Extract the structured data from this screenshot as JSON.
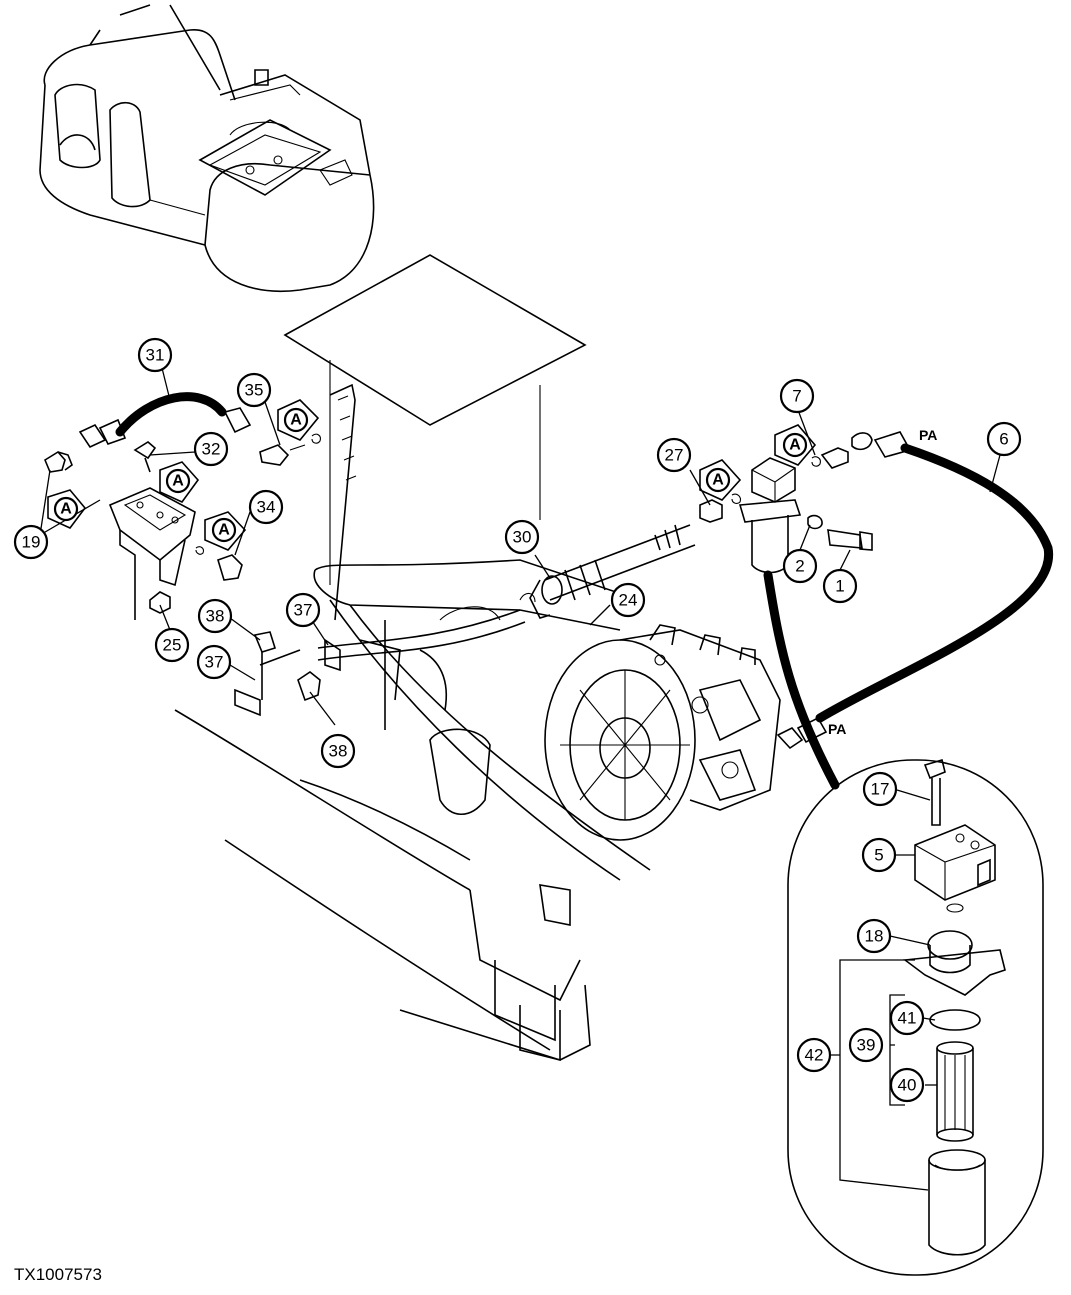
{
  "diagram": {
    "reference": "TX1007573",
    "callouts": [
      {
        "id": "31",
        "label": "31"
      },
      {
        "id": "35",
        "label": "35"
      },
      {
        "id": "32",
        "label": "32"
      },
      {
        "id": "34",
        "label": "34"
      },
      {
        "id": "19",
        "label": "19"
      },
      {
        "id": "25",
        "label": "25"
      },
      {
        "id": "38a",
        "label": "38"
      },
      {
        "id": "37a",
        "label": "37"
      },
      {
        "id": "37b",
        "label": "37"
      },
      {
        "id": "38b",
        "label": "38"
      },
      {
        "id": "30",
        "label": "30"
      },
      {
        "id": "24",
        "label": "24"
      },
      {
        "id": "27",
        "label": "27"
      },
      {
        "id": "7",
        "label": "7"
      },
      {
        "id": "6",
        "label": "6"
      },
      {
        "id": "2",
        "label": "2"
      },
      {
        "id": "1",
        "label": "1"
      },
      {
        "id": "17",
        "label": "17"
      },
      {
        "id": "5",
        "label": "5"
      },
      {
        "id": "18",
        "label": "18"
      },
      {
        "id": "41",
        "label": "41"
      },
      {
        "id": "39",
        "label": "39"
      },
      {
        "id": "42",
        "label": "42"
      },
      {
        "id": "40",
        "label": "40"
      }
    ],
    "tags": [
      {
        "id": "tagA1",
        "label": "A"
      },
      {
        "id": "tagA2",
        "label": "A"
      },
      {
        "id": "tagA3",
        "label": "A"
      },
      {
        "id": "tagA4",
        "label": "A"
      },
      {
        "id": "tagA5",
        "label": "A"
      },
      {
        "id": "tagA6",
        "label": "A"
      }
    ],
    "port_labels": [
      {
        "id": "pa1",
        "label": "PA"
      },
      {
        "id": "pa2",
        "label": "PA"
      }
    ]
  }
}
